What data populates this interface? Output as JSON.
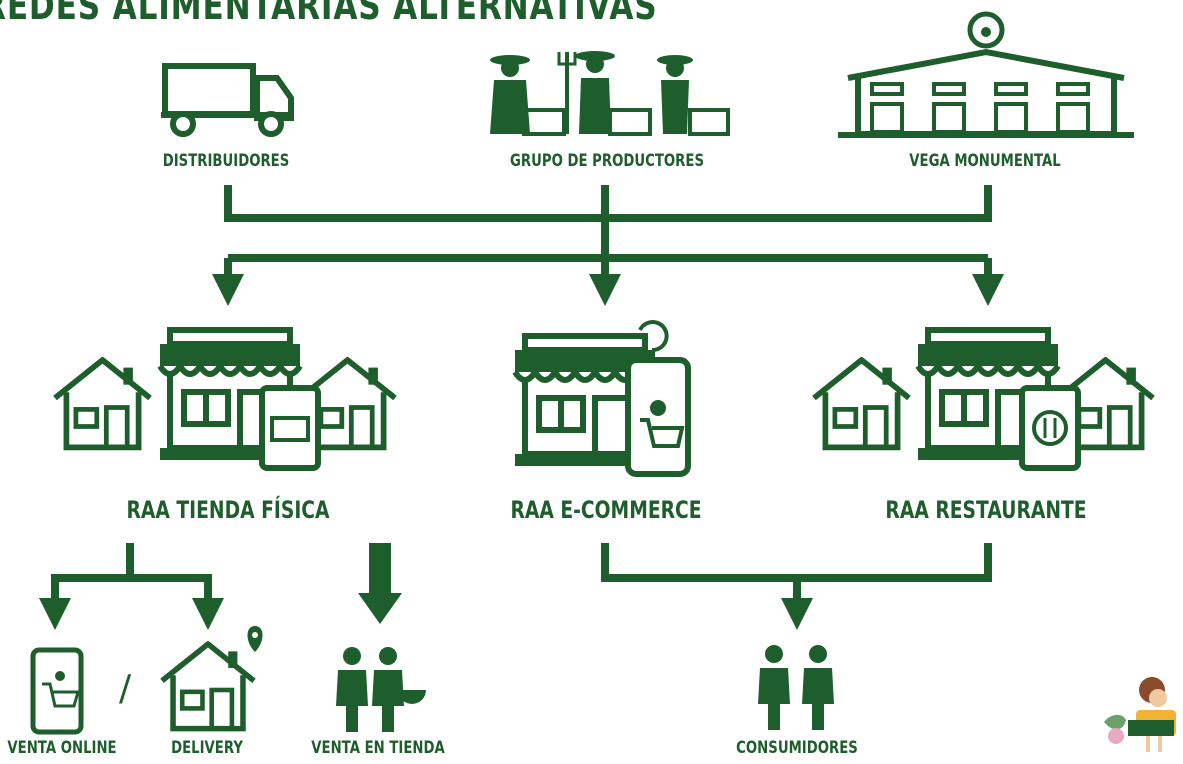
{
  "title": "REDES ALIMENTARIAS ALTERNATIVAS",
  "colors": {
    "green": "#1e5e2c",
    "background": "#ffffff"
  },
  "nodes": {
    "distribuidores": "DISTRIBUIDORES",
    "grupo_productores": "GRUPO DE PRODUCTORES",
    "vega_monumental": "VEGA MONUMENTAL",
    "tienda_fisica": "RAA TIENDA FÍSICA",
    "ecommerce": "RAA E-COMMERCE",
    "restaurante": "RAA RESTAURANTE",
    "venta_online": "VENTA ONLINE",
    "delivery": "DELIVERY",
    "venta_tienda": "VENTA EN TIENDA",
    "consumidores": "CONSUMIDORES"
  },
  "separator": "/",
  "icons": [
    "truck-icon",
    "farmers-icon",
    "warehouse-icon",
    "storefront-icon",
    "house-icon",
    "phone-cart-icon",
    "menu-board-icon",
    "location-pin-icon",
    "people-icon",
    "mascot-icon"
  ]
}
